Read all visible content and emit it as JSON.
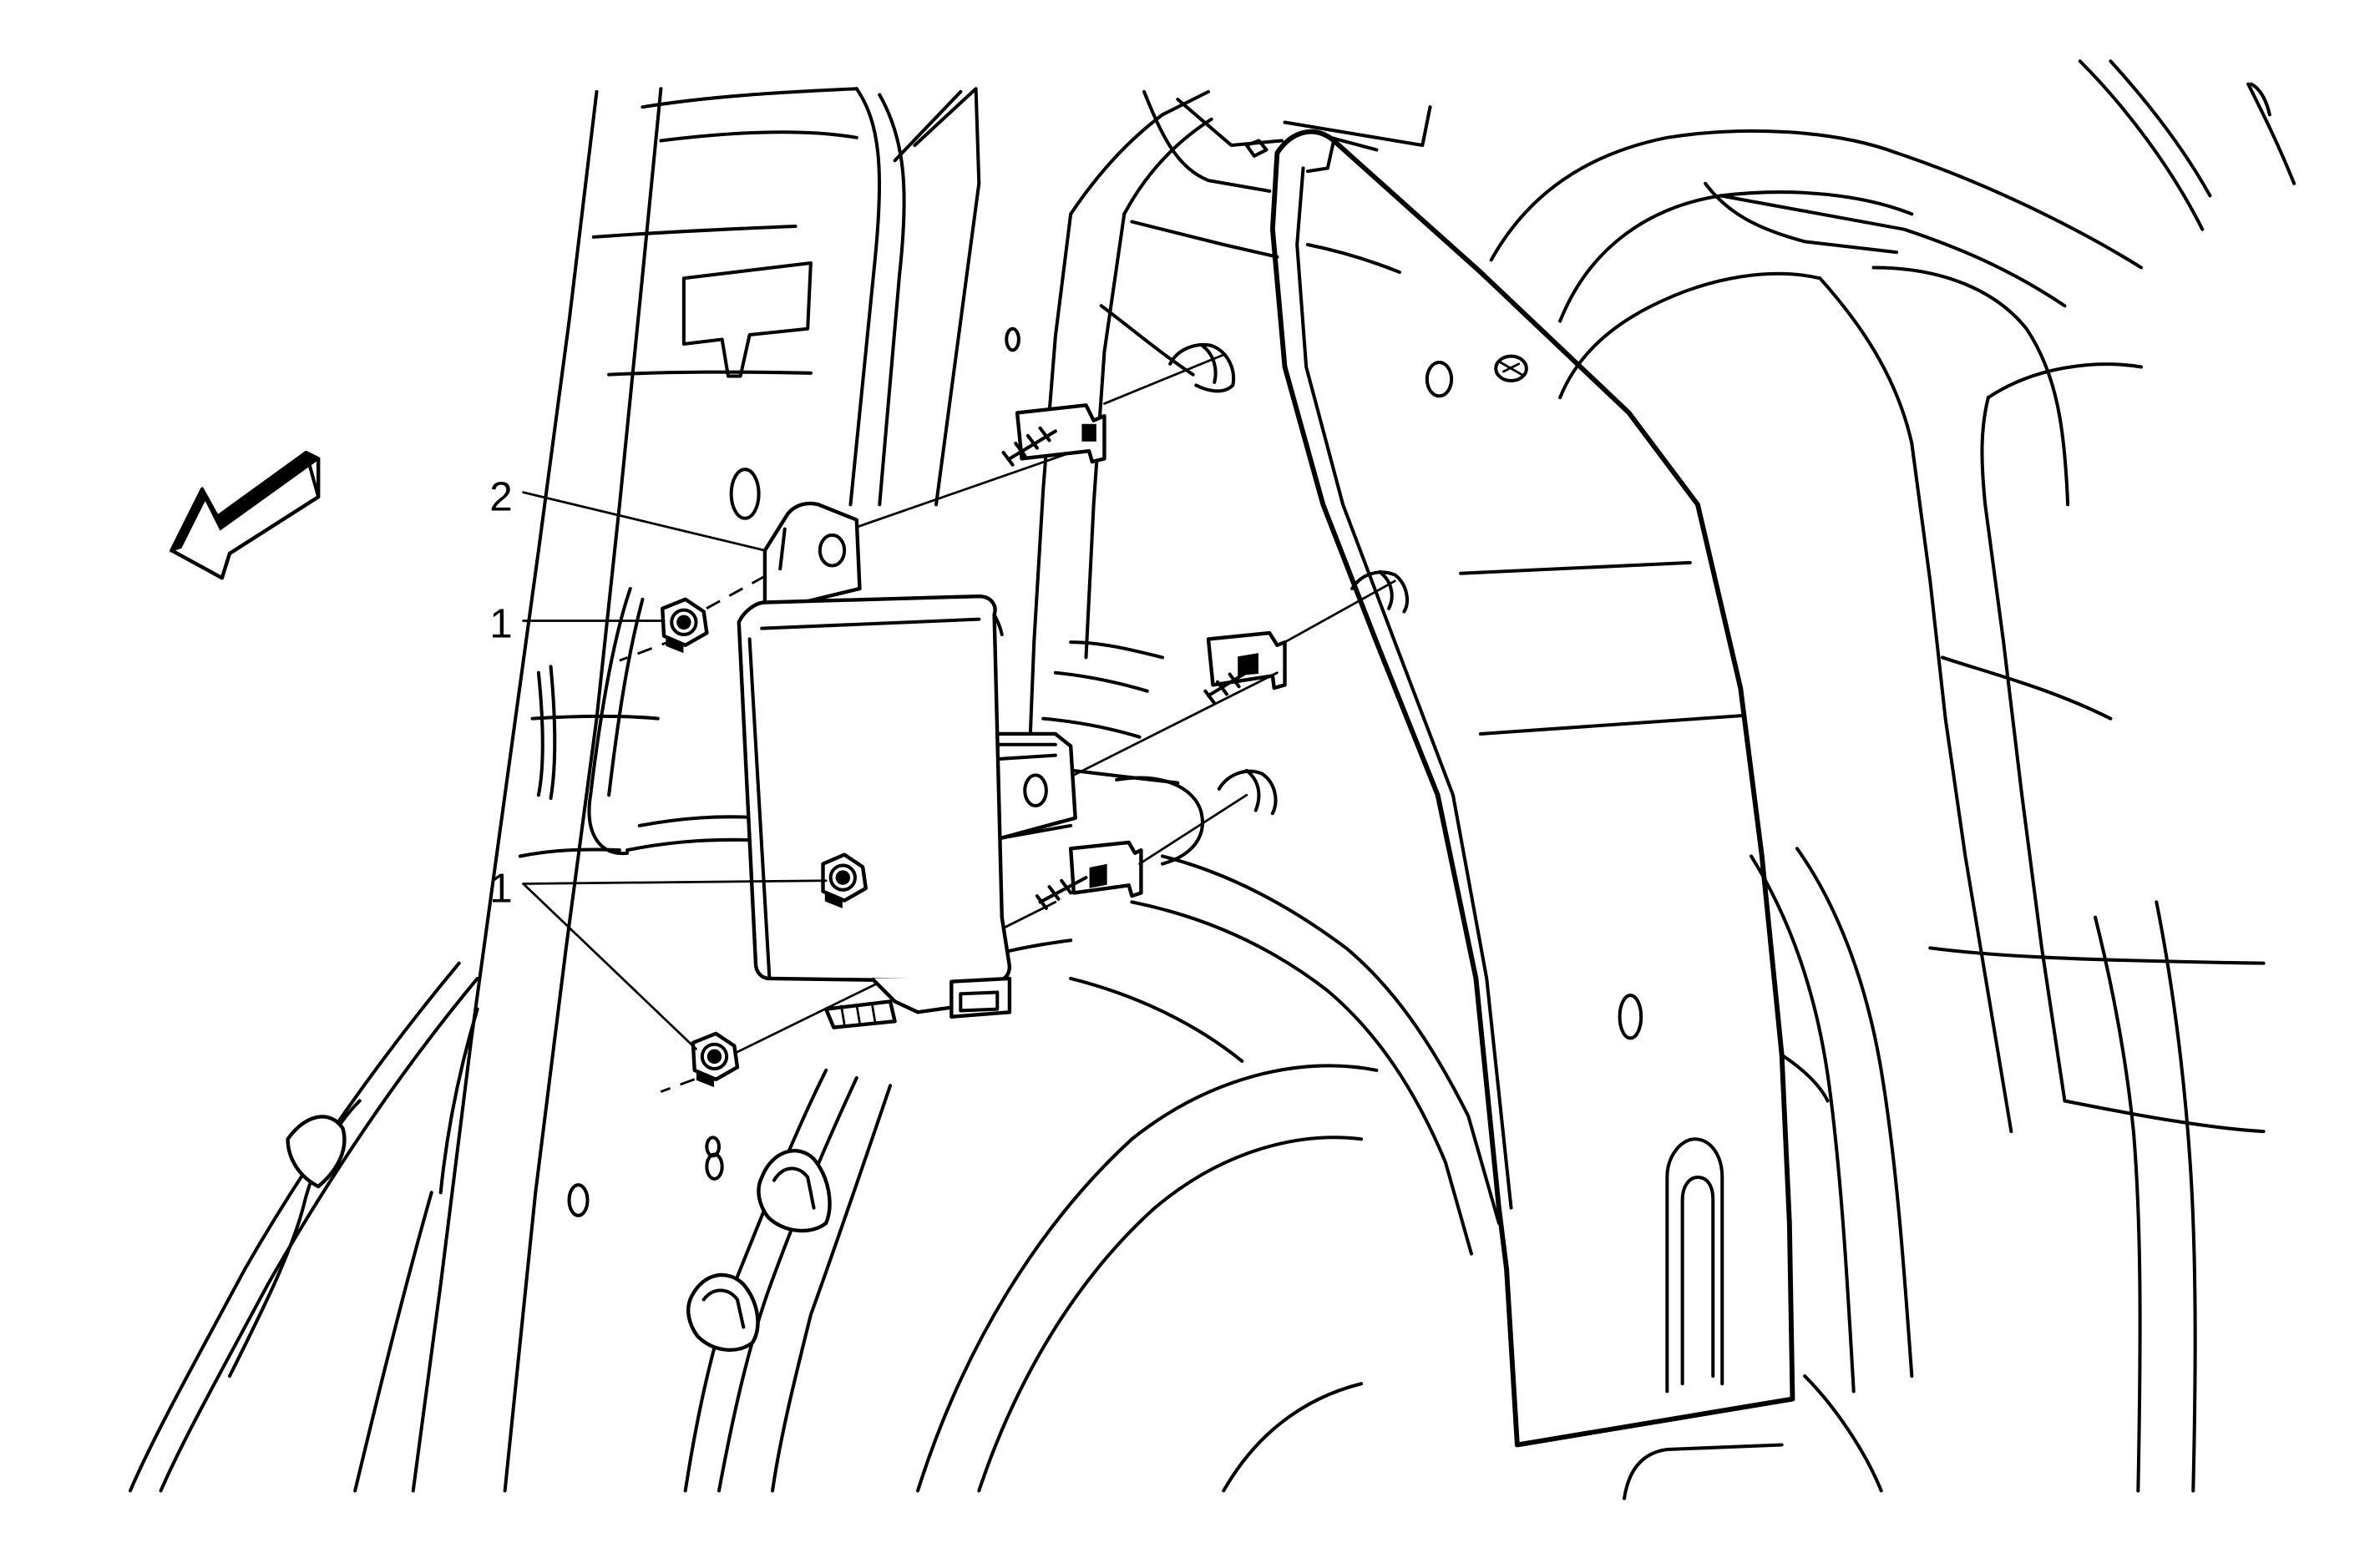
{
  "callouts": {
    "label_1a": "1",
    "label_1b": "1",
    "label_2": "2"
  },
  "colors": {
    "line": "#000000",
    "background": "#ffffff"
  }
}
